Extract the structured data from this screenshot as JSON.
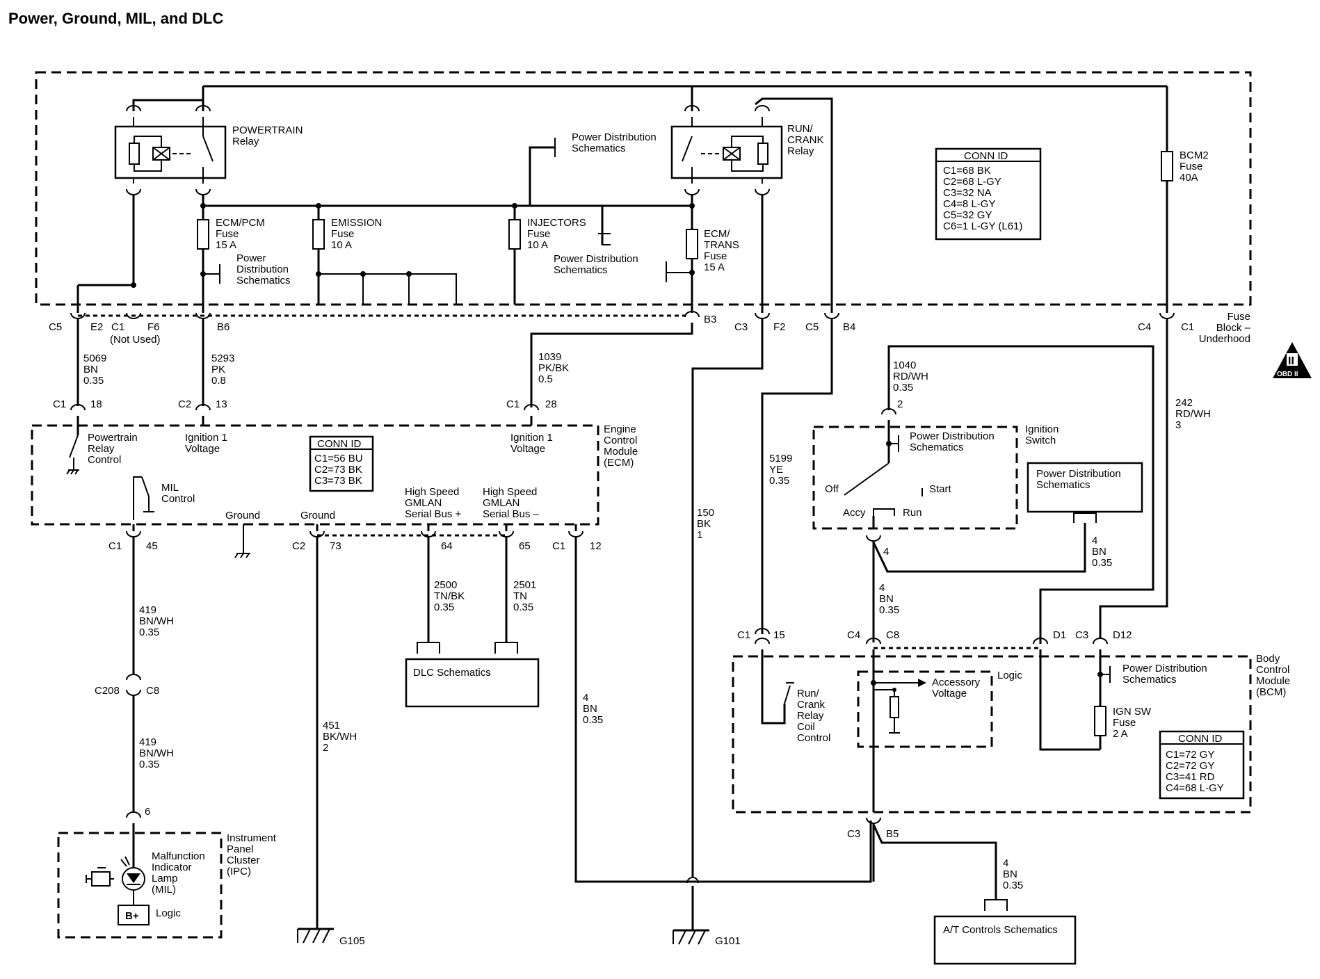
{
  "title": "Power, Ground, MIL, and DLC",
  "fuse_block": {
    "name_lines": [
      "Fuse",
      "Block –",
      "Underhood"
    ],
    "conn_id_title": "CONN ID",
    "conn_id": [
      "C1=68 BK",
      "C2=68 L-GY",
      "C3=32 NA",
      "C4=8 L-GY",
      "C5=32 GY",
      "C6=1 L-GY (L61)"
    ],
    "powertrain_relay": [
      "POWERTRAIN",
      "Relay"
    ],
    "run_crank_relay": [
      "RUN/",
      "CRANK",
      "Relay"
    ],
    "pds_top": [
      "Power Distribution",
      "Schematics"
    ],
    "pds_left": [
      "Power",
      "Distribution",
      "Schematics"
    ],
    "pds_mid": [
      "Power Distribution",
      "Schematics"
    ],
    "fuse_ecm_pcm": [
      "ECM/PCM",
      "Fuse",
      "15 A"
    ],
    "fuse_emission": [
      "EMISSION",
      "Fuse",
      "10 A"
    ],
    "fuse_injectors": [
      "INJECTORS",
      "Fuse",
      "10 A"
    ],
    "fuse_ecm_trans": [
      "ECM/",
      "TRANS",
      "Fuse",
      "15 A"
    ],
    "fuse_bcm2": [
      "BCM2",
      "Fuse",
      "40A"
    ]
  },
  "connectors": {
    "c5": "C5",
    "e2": "E2",
    "c1a": "C1",
    "f6": "F6",
    "not_used": "(Not Used)",
    "b6": "B6",
    "b3": "B3",
    "c3a": "C3",
    "f2": "F2",
    "c5b": "C5",
    "b4": "B4",
    "c4a": "C4",
    "c1b": "C1",
    "ecm_c1_18": "C1",
    "n18": "18",
    "ecm_c2_13": "C2",
    "n13": "13",
    "ecm_c1_28": "C1",
    "n28": "28",
    "ecm_c1_45": "C1",
    "n45": "45",
    "ecm_c2_73": "C2",
    "n73": "73",
    "n64": "64",
    "n65": "65",
    "ecm_c1_12": "C1",
    "n12": "12",
    "c208": "C208",
    "c8": "C8",
    "n6": "6",
    "n2": "2",
    "n4": "4",
    "bcm_c1": "C1",
    "n15": "15",
    "bcm_c4": "C4",
    "bcm_c8": "C8",
    "d1": "D1",
    "bcm_c3": "C3",
    "d12": "D12",
    "bcm_c3b": "C3",
    "b5": "B5"
  },
  "wires": {
    "w5069": [
      "5069",
      "BN",
      "0.35"
    ],
    "w5293": [
      "5293",
      "PK",
      "0.8"
    ],
    "w1039": [
      "1039",
      "PK/BK",
      "0.5"
    ],
    "w419a": [
      "419",
      "BN/WH",
      "0.35"
    ],
    "w419b": [
      "419",
      "BN/WH",
      "0.35"
    ],
    "w2500": [
      "2500",
      "TN/BK",
      "0.35"
    ],
    "w2501": [
      "2501",
      "TN",
      "0.35"
    ],
    "w451": [
      "451",
      "BK/WH",
      "2"
    ],
    "w4a": [
      "4",
      "BN",
      "0.35"
    ],
    "w150": [
      "150",
      "BK",
      "1"
    ],
    "w5199": [
      "5199",
      "YE",
      "0.35"
    ],
    "w1040": [
      "1040",
      "RD/WH",
      "0.35"
    ],
    "w4b": [
      "4",
      "BN",
      "0.35"
    ],
    "w4c": [
      "4",
      "BN",
      "0.35"
    ],
    "w242": [
      "242",
      "RD/WH",
      "3"
    ],
    "w4d": [
      "4",
      "BN",
      "0.35"
    ]
  },
  "ecm": {
    "name_lines": [
      "Engine",
      "Control",
      "Module",
      "(ECM)"
    ],
    "conn_id_title": "CONN ID",
    "conn_id": [
      "C1=56 BU",
      "C2=73 BK",
      "C3=73 BK"
    ],
    "powertrain_relay_control": [
      "Powertrain",
      "Relay",
      "Control"
    ],
    "ign1_left": [
      "Ignition 1",
      "Voltage"
    ],
    "ign1_right": [
      "Ignition 1",
      "Voltage"
    ],
    "mil_control": [
      "MIL",
      "Control"
    ],
    "ground1": "Ground",
    "ground2": "Ground",
    "hs_plus": [
      "High Speed",
      "GMLAN",
      "Serial Bus +"
    ],
    "hs_minus": [
      "High Speed",
      "GMLAN",
      "Serial Bus –"
    ]
  },
  "dlc": {
    "label": "DLC Schematics"
  },
  "ipc": {
    "name_lines": [
      "Instrument",
      "Panel",
      "Cluster",
      "(IPC)"
    ],
    "mil_lines": [
      "Malfunction",
      "Indicator",
      "Lamp",
      "(MIL)"
    ],
    "bplus": "B+",
    "logic": "Logic"
  },
  "grounds": {
    "g105": "G105",
    "g101": "G101"
  },
  "ignition_switch": {
    "name_lines": [
      "Ignition",
      "Switch"
    ],
    "pds": [
      "Power Distribution",
      "Schematics"
    ],
    "off": "Off",
    "start": "Start",
    "accy": "Accy",
    "run": "Run"
  },
  "pds_right": {
    "lines": [
      "Power Distribution",
      "Schematics"
    ]
  },
  "bcm": {
    "name_lines": [
      "Body",
      "Control",
      "Module",
      "(BCM)"
    ],
    "conn_id_title": "CONN ID",
    "conn_id": [
      "C1=72 GY",
      "C2=72 GY",
      "C3=41 RD",
      "C4=68 L-GY"
    ],
    "run_crank_relay_coil": [
      "Run/",
      "Crank",
      "Relay",
      "Coil",
      "Control"
    ],
    "accessory_voltage": [
      "Accessory",
      "Voltage"
    ],
    "logic": "Logic",
    "pds": [
      "Power Distribution",
      "Schematics"
    ],
    "ign_sw_fuse": [
      "IGN SW",
      "Fuse",
      "2 A"
    ]
  },
  "at_controls": {
    "label": "A/T Controls Schematics"
  },
  "obd": {
    "symbol": "II",
    "label": "OBD II"
  }
}
